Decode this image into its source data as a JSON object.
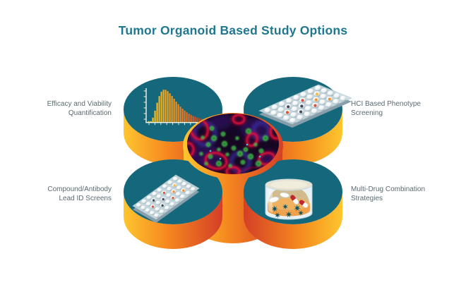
{
  "title": "Tumor Organoid Based Study Options",
  "center": {
    "name": "tumor-organoid-fluorescence-image"
  },
  "options": [
    {
      "id": "efficacy-viability",
      "position": "top-left",
      "label": "Efficacy and Viability\nQuantification",
      "icon": "histogram-icon"
    },
    {
      "id": "hci-phenotype",
      "position": "top-right",
      "label": "HCI Based Phenotype\nScreening",
      "icon": "microplate-icon"
    },
    {
      "id": "compound-antibody",
      "position": "bottom-left",
      "label": "Compound/Antibody\nLead ID Screens",
      "icon": "microplate-icon"
    },
    {
      "id": "multi-drug",
      "position": "bottom-right",
      "label": "Multi-Drug Combination\nStrategies",
      "icon": "culture-dish-icon"
    }
  ],
  "colors": {
    "background": "#ffffff",
    "teal_disc": "#15687c",
    "side_yellow": "#fdc62f",
    "side_orange": "#f5871f",
    "side_red": "#d43f27",
    "title": "#20788e",
    "label_text": "#5b6a71"
  }
}
